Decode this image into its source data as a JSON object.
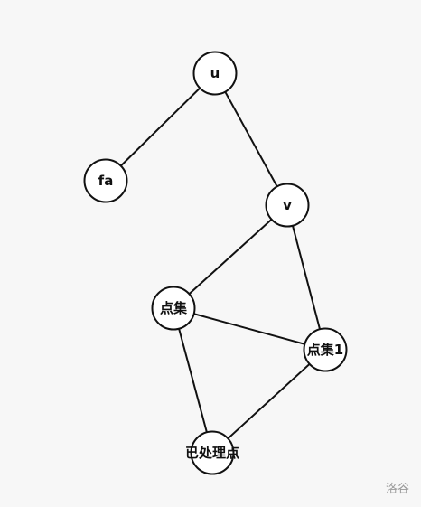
{
  "graph": {
    "nodes": [
      {
        "id": "u",
        "label": "u"
      },
      {
        "id": "fa",
        "label": "fa"
      },
      {
        "id": "v",
        "label": "v"
      },
      {
        "id": "dianji",
        "label": "点集"
      },
      {
        "id": "dianji1",
        "label": "点集1"
      },
      {
        "id": "yichulidian",
        "label": "已处理点"
      }
    ],
    "edges": [
      {
        "from": "u",
        "to": "fa"
      },
      {
        "from": "u",
        "to": "v"
      },
      {
        "from": "v",
        "to": "dianji"
      },
      {
        "from": "v",
        "to": "dianji1"
      },
      {
        "from": "dianji",
        "to": "dianji1"
      },
      {
        "from": "dianji",
        "to": "yichulidian"
      },
      {
        "from": "dianji1",
        "to": "yichulidian"
      }
    ]
  },
  "watermark": "洛谷"
}
